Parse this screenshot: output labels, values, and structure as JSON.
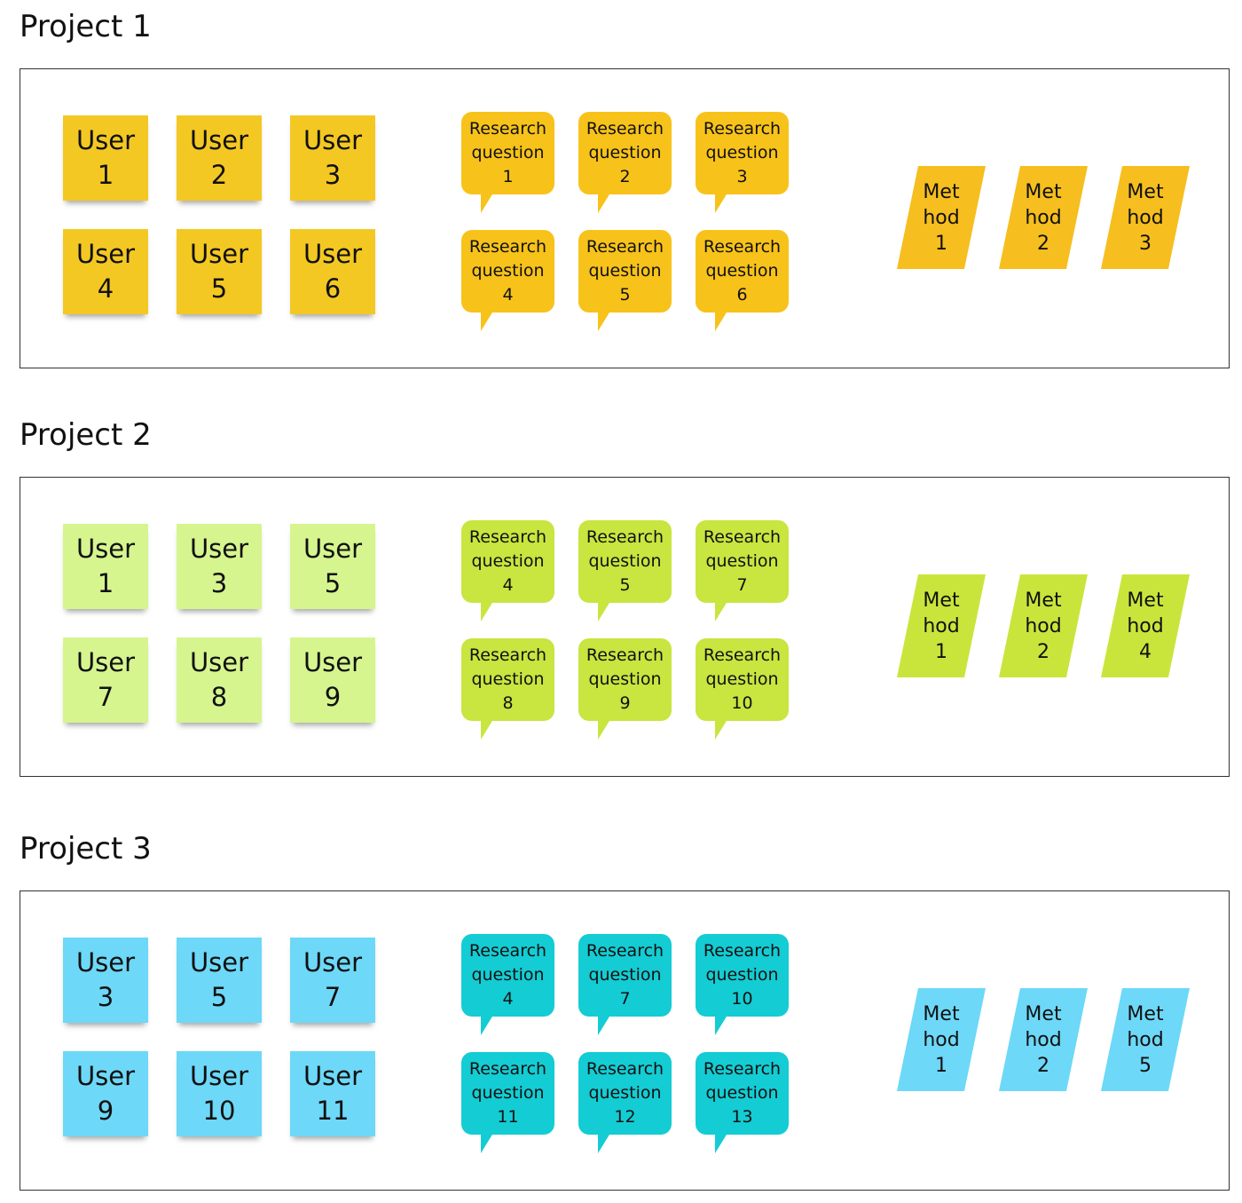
{
  "projects": [
    {
      "title": "Project 1",
      "colors": {
        "sticky": "#F4C823",
        "bubble": "#F7C21A",
        "method": "#F6BE1E"
      },
      "users": [
        {
          "label": "User",
          "num": "1"
        },
        {
          "label": "User",
          "num": "2"
        },
        {
          "label": "User",
          "num": "3"
        },
        {
          "label": "User",
          "num": "4"
        },
        {
          "label": "User",
          "num": "5"
        },
        {
          "label": "User",
          "num": "6"
        }
      ],
      "questions": [
        {
          "line1": "Research",
          "line2": "question",
          "num": "1"
        },
        {
          "line1": "Research",
          "line2": "question",
          "num": "2"
        },
        {
          "line1": "Research",
          "line2": "question",
          "num": "3"
        },
        {
          "line1": "Research",
          "line2": "question",
          "num": "4"
        },
        {
          "line1": "Research",
          "line2": "question",
          "num": "5"
        },
        {
          "line1": "Research",
          "line2": "question",
          "num": "6"
        }
      ],
      "methods": [
        {
          "line1": "Met",
          "line2": "hod",
          "num": "1"
        },
        {
          "line1": "Met",
          "line2": "hod",
          "num": "2"
        },
        {
          "line1": "Met",
          "line2": "hod",
          "num": "3"
        }
      ]
    },
    {
      "title": "Project 2",
      "colors": {
        "sticky": "#D6F58F",
        "bubble": "#C8E540",
        "method": "#C9E53C"
      },
      "users": [
        {
          "label": "User",
          "num": "1"
        },
        {
          "label": "User",
          "num": "3"
        },
        {
          "label": "User",
          "num": "5"
        },
        {
          "label": "User",
          "num": "7"
        },
        {
          "label": "User",
          "num": "8"
        },
        {
          "label": "User",
          "num": "9"
        }
      ],
      "questions": [
        {
          "line1": "Research",
          "line2": "question",
          "num": "4"
        },
        {
          "line1": "Research",
          "line2": "question",
          "num": "5"
        },
        {
          "line1": "Research",
          "line2": "question",
          "num": "7"
        },
        {
          "line1": "Research",
          "line2": "question",
          "num": "8"
        },
        {
          "line1": "Research",
          "line2": "question",
          "num": "9"
        },
        {
          "line1": "Research",
          "line2": "question",
          "num": "10"
        }
      ],
      "methods": [
        {
          "line1": "Met",
          "line2": "hod",
          "num": "1"
        },
        {
          "line1": "Met",
          "line2": "hod",
          "num": "2"
        },
        {
          "line1": "Met",
          "line2": "hod",
          "num": "4"
        }
      ]
    },
    {
      "title": "Project 3",
      "colors": {
        "sticky": "#6DD8F7",
        "bubble": "#14CCD3",
        "method": "#6DD8F7"
      },
      "users": [
        {
          "label": "User",
          "num": "3"
        },
        {
          "label": "User",
          "num": "5"
        },
        {
          "label": "User",
          "num": "7"
        },
        {
          "label": "User",
          "num": "9"
        },
        {
          "label": "User",
          "num": "10"
        },
        {
          "label": "User",
          "num": "11"
        }
      ],
      "questions": [
        {
          "line1": "Research",
          "line2": "question",
          "num": "4"
        },
        {
          "line1": "Research",
          "line2": "question",
          "num": "7"
        },
        {
          "line1": "Research",
          "line2": "question",
          "num": "10"
        },
        {
          "line1": "Research",
          "line2": "question",
          "num": "11"
        },
        {
          "line1": "Research",
          "line2": "question",
          "num": "12"
        },
        {
          "line1": "Research",
          "line2": "question",
          "num": "13"
        }
      ],
      "methods": [
        {
          "line1": "Met",
          "line2": "hod",
          "num": "1"
        },
        {
          "line1": "Met",
          "line2": "hod",
          "num": "2"
        },
        {
          "line1": "Met",
          "line2": "hod",
          "num": "5"
        }
      ]
    }
  ]
}
